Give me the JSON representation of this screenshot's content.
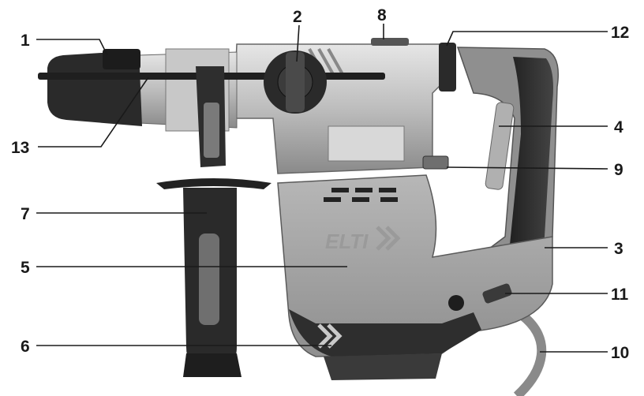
{
  "brand_text": "ELTI",
  "callouts": [
    {
      "id": "1",
      "label": "1"
    },
    {
      "id": "2",
      "label": "2"
    },
    {
      "id": "8",
      "label": "8"
    },
    {
      "id": "12",
      "label": "12"
    },
    {
      "id": "4",
      "label": "4"
    },
    {
      "id": "13",
      "label": "13"
    },
    {
      "id": "9",
      "label": "9"
    },
    {
      "id": "7",
      "label": "7"
    },
    {
      "id": "3",
      "label": "3"
    },
    {
      "id": "5",
      "label": "5"
    },
    {
      "id": "11",
      "label": "11"
    },
    {
      "id": "6",
      "label": "6"
    },
    {
      "id": "10",
      "label": "10"
    }
  ],
  "colors": {
    "body_light": "#a9a9a9",
    "body_mid": "#8c8c8c",
    "rubber_dark": "#2b2b2b",
    "metal": "#cfcfcf",
    "metal_dark": "#8e8e8e",
    "line": "#1a1a1a"
  }
}
